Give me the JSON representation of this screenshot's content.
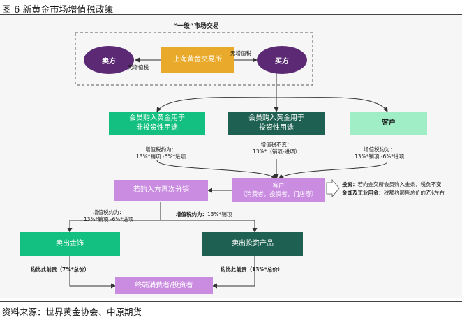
{
  "figure_title": "图 6  新黄金市场增值税政策",
  "source": "资料来源：世界黄金协会、中原期货",
  "diagram": {
    "first_level_title": "“一级”市场交易",
    "seller": "卖方",
    "exchange": "上海黄金交易所",
    "buyer": "买方",
    "vat_free_in": "无增值税",
    "vat_free_out": "无增值税",
    "member_non_invest": "会员购入黄金用于\n非投资性用途",
    "member_invest": "会员购入黄金用于\n投资性用途",
    "customer": "客户",
    "tax_left": "增值税约为：\n13%*销项 -6%*进项",
    "tax_mid": "增值税不变：\n13%*（销项-进项）",
    "tax_right": "增值税约为：\n13%*销项 -6%*进项",
    "resale_box": "若购入方再次分销",
    "customer_box": "客户\n（消费者，投资者，门店等）",
    "investment_note_head": "投资：",
    "investment_note_1": "若向金交所会员购入金条，税负不变",
    "investment_note_head2": "金饰及工业用金：",
    "investment_note_2": "税额约额售总价的7%左右",
    "tax_resale_left": "增值税约为：\n13%*销项 -6%*进项",
    "tax_resale_right_head": "增值税约为：",
    "tax_resale_right_val": "13%*销项",
    "sell_jewelry": "卖出金饰",
    "sell_invest": "卖出投资产品",
    "approx_left": "约比此前贵（7%*总价）",
    "approx_right": "约比此前贵（13%*总价）",
    "end_consumer": "终端消费者/投资者"
  },
  "colors": {
    "dark_purple": "#5c2a74",
    "gold": "#e9aa2b",
    "green": "#14c081",
    "dark_green": "#1e6152",
    "light_green": "#9feec5",
    "lavender": "#c98ce0"
  }
}
